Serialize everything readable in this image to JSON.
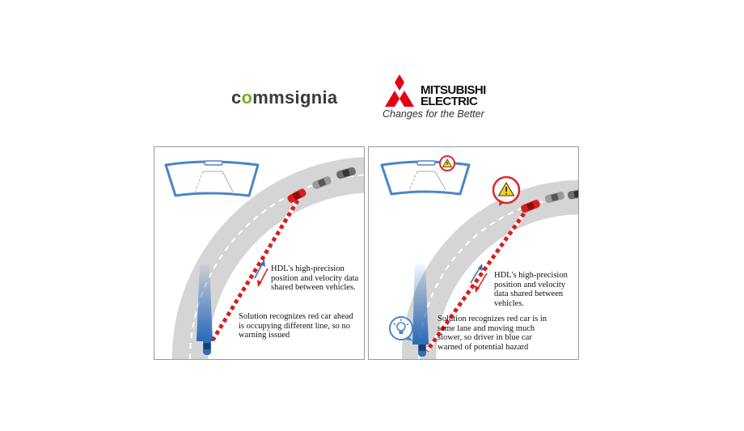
{
  "logos": {
    "commsignia": {
      "pre": "c",
      "accent": "o",
      "post": "mmsignia"
    },
    "mitsubishi": {
      "line1": "MITSUBISHI",
      "line2": "ELECTRIC",
      "tagline": "Changes for the Better"
    }
  },
  "panels": [
    {
      "data_text": [
        "HDL's high-precision",
        "position and velocity data",
        "shared between vehicles."
      ],
      "outcome_text": [
        "Solution recognizes red car ahead",
        "is occupying different line, so no",
        "warning issued"
      ]
    },
    {
      "data_text": [
        "HDL's high-precision",
        "position and velocity",
        "data shared between",
        "vehicles."
      ],
      "outcome_text": [
        "Solution recognizes red car is in",
        "same lane and moving much",
        "slower, so driver in blue car",
        "warned of potential hazard"
      ]
    }
  ],
  "icons": {
    "warning": "warning-triangle-icon",
    "lightbulb": "lightbulb-icon",
    "windshield": "windshield-icon"
  },
  "colors": {
    "road": "#d5d5d5",
    "lane_line": "#ffffff",
    "windshield_stroke": "#4b86c6",
    "red_car": "#d81e1e",
    "blue_car": "#2f6fb6",
    "commsignia_accent": "#6fb51f",
    "mitsubishi_red": "#e60012",
    "warning_ring": "#d82a2a",
    "warning_fill": "#f2d21b"
  }
}
